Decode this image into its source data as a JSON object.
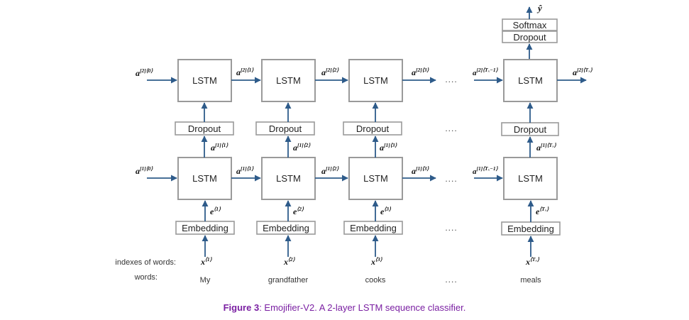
{
  "caption": {
    "figure": "Figure 3",
    "text": ": Emojifier-V2. A 2-layer LSTM sequence classifier."
  },
  "blocks": {
    "lstm": "LSTM",
    "dropout": "Dropout",
    "embedding": "Embedding",
    "softmax": "Softmax"
  },
  "row_labels": {
    "indexes": "indexes of words:",
    "words": "words:"
  },
  "words": [
    "My",
    "grandfather",
    "cooks",
    "meals"
  ],
  "ellipsis": "....",
  "notation": {
    "a": "a",
    "e": "e",
    "x": "x",
    "y_hat": "ŷ",
    "l2_init": "[2]⟨0⟩",
    "l1_init": "[1]⟨0⟩",
    "l2_steps": [
      "[2]⟨1⟩",
      "[2]⟨2⟩",
      "[2]⟨3⟩"
    ],
    "l1_steps": [
      "[1]⟨1⟩",
      "[1]⟨2⟩",
      "[1]⟨3⟩"
    ],
    "l2_prev_last": "[2]⟨Tₓ−1⟩",
    "l1_prev_last": "[1]⟨Tₓ−1⟩",
    "l2_last": "[2]⟨Tₓ⟩",
    "l1_last": "[1]⟨Tₓ⟩",
    "embed_steps": [
      "⟨1⟩",
      "⟨2⟩",
      "⟨3⟩",
      "⟨Tₓ⟩"
    ]
  }
}
